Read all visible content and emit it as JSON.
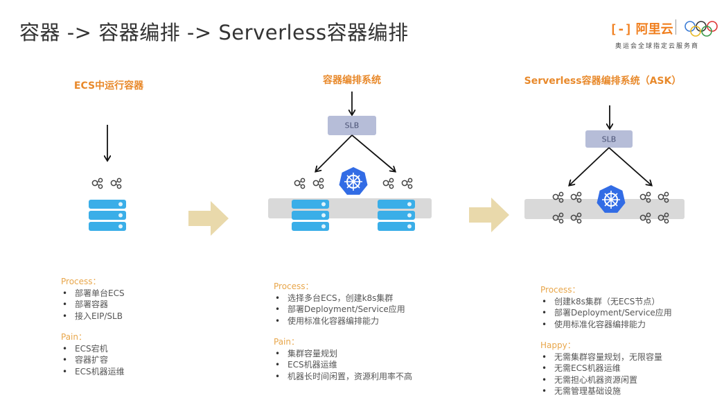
{
  "title": "容器 -> 容器编排 -> Serverless容器编排",
  "logo": {
    "brand": "阿里云",
    "tagline": "奥运会全球指定云服务商",
    "brand_color": "#f07f1f"
  },
  "colors": {
    "accent": "#e8892b",
    "server": "#3aaee8",
    "slb": "#b6bdd8",
    "kubernetes": "#326ce5",
    "band": "#d9d9d9",
    "transition_arrow": "#e9d9ab"
  },
  "columns": [
    {
      "heading": "ECS中运行容器",
      "sections": [
        {
          "label": "Process：",
          "items": [
            "部署单台ECS",
            "部署容器",
            "接入EIP/SLB"
          ]
        },
        {
          "label": "Pain：",
          "items": [
            "ECS宕机",
            "容器扩容",
            "ECS机器运维"
          ]
        }
      ]
    },
    {
      "heading": "容器编排系统",
      "slb": "SLB",
      "sections": [
        {
          "label": "Process：",
          "items": [
            "选择多台ECS，创建k8s集群",
            "部署Deployment/Service应用",
            "使用标准化容器编排能力"
          ]
        },
        {
          "label": "Pain：",
          "items": [
            "集群容量规划",
            "ECS机器运维",
            "机器长时间闲置，资源利用率不高"
          ]
        }
      ]
    },
    {
      "heading": "Serverless容器编排系统（ASK）",
      "slb": "SLB",
      "sections": [
        {
          "label": "Process：",
          "items": [
            "创建k8s集群（无ECS节点）",
            "部署Deployment/Service应用",
            "使用标准化容器编排能力"
          ]
        },
        {
          "label": "Happy：",
          "items": [
            "无需集群容量规划，无限容量",
            "无需ECS机器运维",
            "无需担心机器资源闲置",
            "无需管理基础设施"
          ]
        }
      ]
    }
  ]
}
